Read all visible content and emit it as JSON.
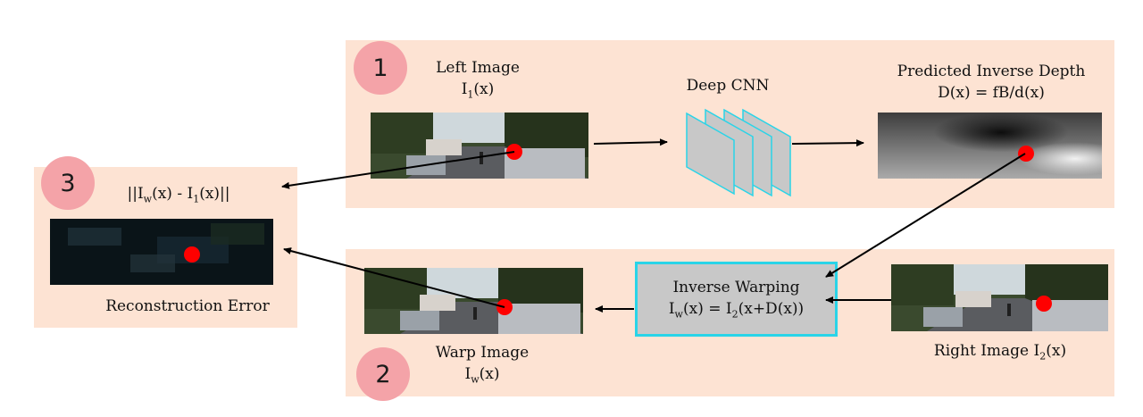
{
  "panel1": {
    "number": "1",
    "left_image_title": "Left Image",
    "left_image_formula": "I",
    "left_image_sub": "1",
    "left_image_arg": "(x)",
    "cnn_label": "Deep CNN",
    "depth_title": "Predicted Inverse Depth",
    "depth_formula": "D(x) = fB/d(x)"
  },
  "panel2": {
    "number": "2",
    "warp_title": "Warp Image",
    "warp_formula": "I",
    "warp_sub": "w",
    "warp_arg": "(x)",
    "inverse_warping_title": "Inverse Warping",
    "inverse_warping_lhs": "I",
    "inverse_warping_lhs_sub": "w",
    "inverse_warping_mid": "(x) = I",
    "inverse_warping_rhs_sub": "2",
    "inverse_warping_rhs": "(x+D(x))",
    "right_image_title": "Right Image I",
    "right_image_sub": "2",
    "right_image_arg": "(x)"
  },
  "panel3": {
    "number": "3",
    "error_pre": "||I",
    "error_sub_w": "w",
    "error_mid": "(x) - I",
    "error_sub_1": "1",
    "error_post": "(x)||",
    "error_caption": "Reconstruction Error"
  },
  "colors": {
    "panel_bg": "#fde3d3",
    "number_circle": "#f4a3a8",
    "cnn_fill": "#c8c8c8",
    "cnn_edge": "#29d4e8",
    "marker": "#ff0000"
  }
}
